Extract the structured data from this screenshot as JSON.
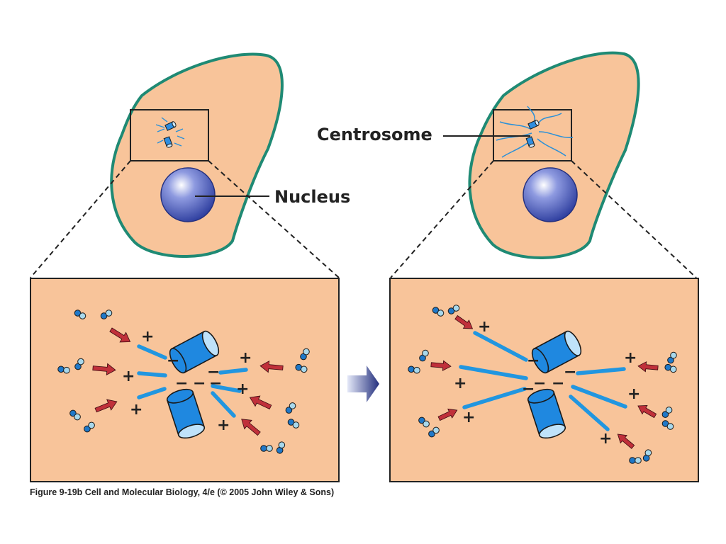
{
  "labels": {
    "centrosome": "Centrosome",
    "nucleus": "Nucleus"
  },
  "caption": "Figure 9-19b  Cell and Molecular Biology, 4/e (© 2005 John Wiley & Sons)",
  "colors": {
    "cytoplasm": "#f8c49a",
    "membrane": "#1f8a74",
    "nucleus": "#4050b0",
    "microtubule": "#2196e0",
    "arrow": "#c0303a",
    "subunit_dark": "#1f78c8",
    "subunit_light": "#a8d8ec"
  }
}
